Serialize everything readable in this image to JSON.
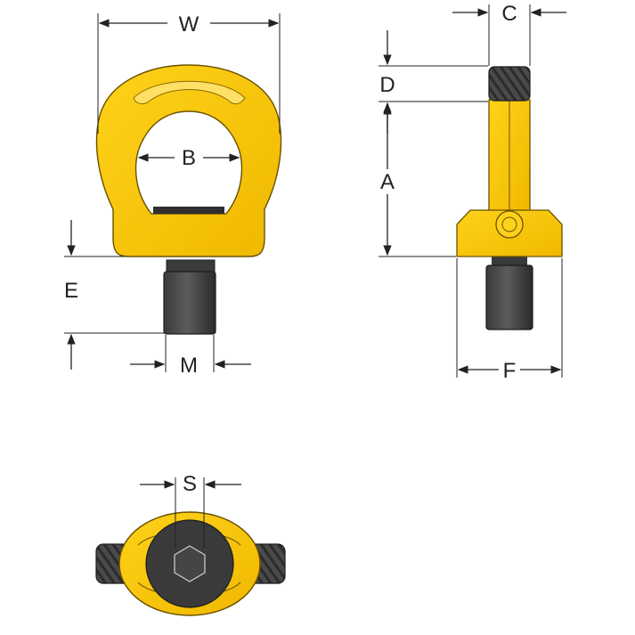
{
  "labels": {
    "W": "W",
    "B": "B",
    "E": "E",
    "M": "M",
    "C": "C",
    "D": "D",
    "A": "A",
    "F": "F",
    "S": "S"
  },
  "colors": {
    "body": "#F7C300",
    "body_shadow": "#D4A300",
    "outline": "#4A3A00",
    "bolt": "#2F2F2F",
    "bolt_light": "#5A5A5A",
    "dims": "#222222"
  }
}
